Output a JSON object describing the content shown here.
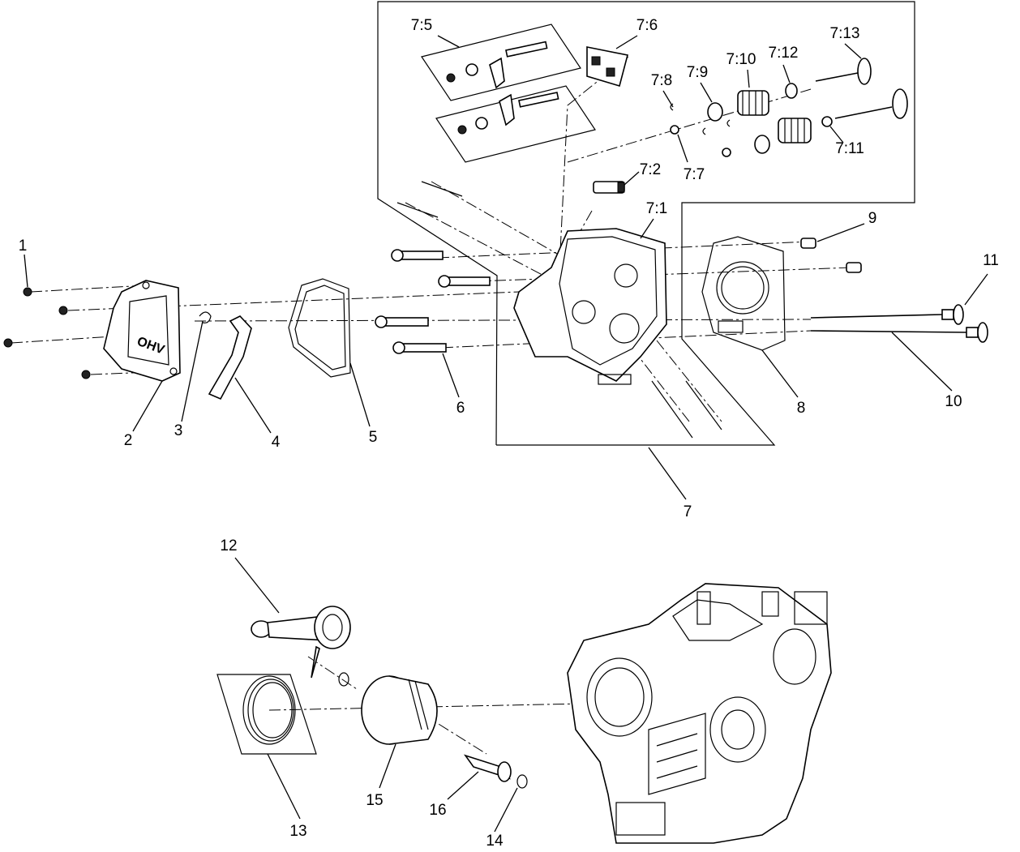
{
  "diagram": {
    "type": "exploded-parts-view",
    "callouts": {
      "c1": "1",
      "c2": "2",
      "c3": "3",
      "c4": "4",
      "c5": "5",
      "c6": "6",
      "c7": "7",
      "c8": "8",
      "c9": "9",
      "c10": "10",
      "c11": "11",
      "c12": "12",
      "c13": "13",
      "c14": "14",
      "c15": "15",
      "c16": "16",
      "c7_1": "7:1",
      "c7_2": "7:2",
      "c7_5": "7:5",
      "c7_6": "7:6",
      "c7_7": "7:7",
      "c7_8": "7:8",
      "c7_9": "7:9",
      "c7_10": "7:10",
      "c7_11": "7:11",
      "c7_12": "7:12",
      "c7_13": "7:13"
    },
    "cover_marking": "OHV"
  }
}
